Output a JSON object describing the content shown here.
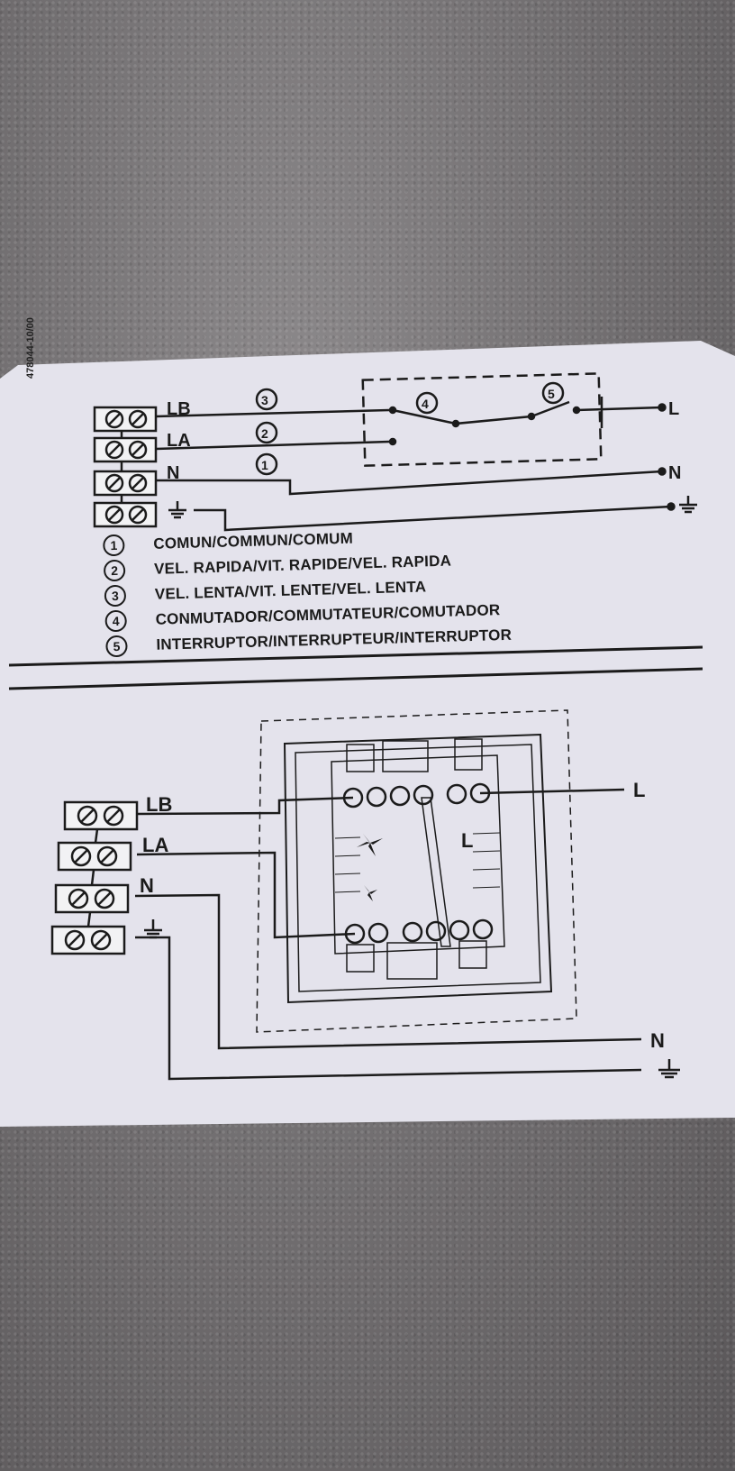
{
  "document_code": "478044-10/00",
  "top_diagram": {
    "terminal_labels": [
      "LB",
      "LA",
      "N"
    ],
    "circled_numbers": [
      "3",
      "2",
      "1"
    ],
    "switch_numbers": [
      "4",
      "5"
    ],
    "right_labels": [
      "L",
      "N"
    ]
  },
  "legend": [
    {
      "num": "1",
      "text": "COMUN/COMMUN/COMUM"
    },
    {
      "num": "2",
      "text": "VEL. RAPIDA/VIT. RAPIDE/VEL. RAPIDA"
    },
    {
      "num": "3",
      "text": "VEL. LENTA/VIT. LENTE/VEL. LENTA"
    },
    {
      "num": "4",
      "text": "CONMUTADOR/COMMUTATEUR/COMUTADOR"
    },
    {
      "num": "5",
      "text": "INTERRUPTOR/INTERRUPTEUR/INTERRUPTOR"
    }
  ],
  "bottom_diagram": {
    "terminal_labels": [
      "LB",
      "LA",
      "N"
    ],
    "inner_label": "L",
    "right_labels": [
      "L",
      "N"
    ]
  },
  "colors": {
    "paper": "#e4e3ec",
    "ink": "#1b1b1b",
    "background": "#7b787a"
  }
}
